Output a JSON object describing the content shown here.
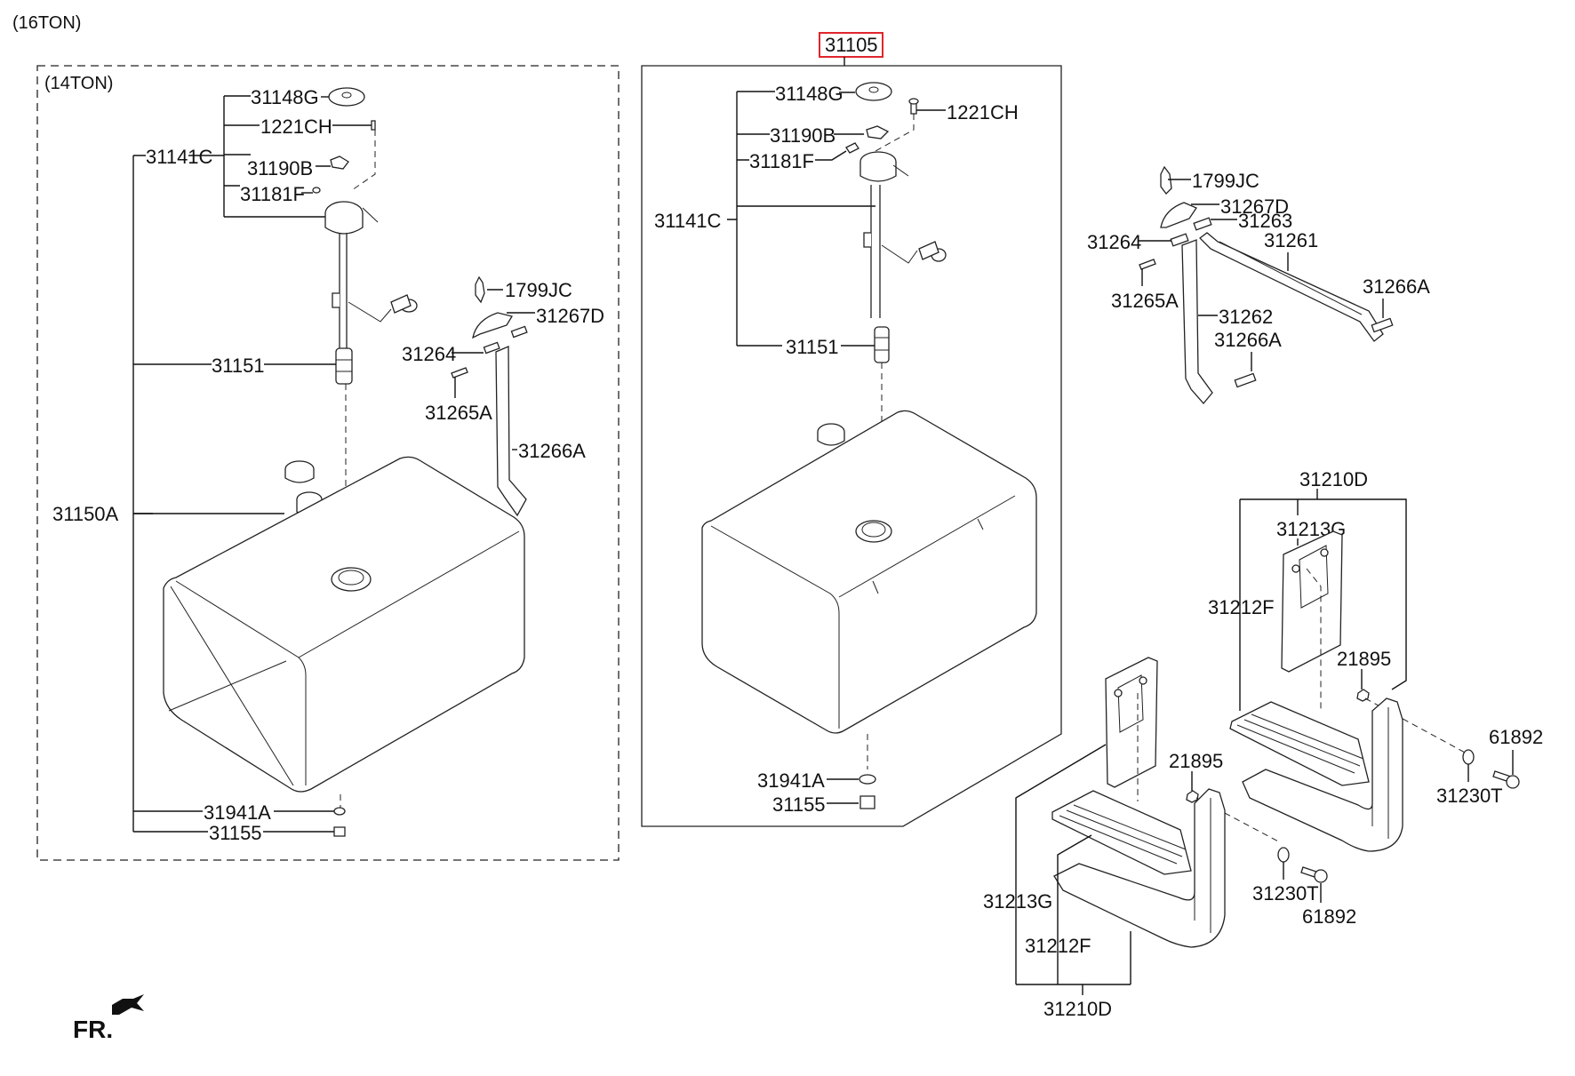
{
  "diagram": {
    "headings": {
      "variant_outer": "(16TON)",
      "variant_inner": "(14TON)"
    },
    "assembly_number": "31105",
    "highlight_color": "#e0262c",
    "direction_marker": {
      "label": "FR.",
      "icon": "front-direction-arrow-icon"
    },
    "left_group": {
      "labels": {
        "seal": "31148G",
        "screw": "1221CH",
        "sender_assy": "31141C",
        "clamp": "31190B",
        "filter": "31181F",
        "float": "31151",
        "tank": "31150A",
        "gasket": "31941A",
        "drain_plug": "31155",
        "clip": "1799JC",
        "cap_bracket": "31267D",
        "pin": "31264",
        "bolt": "31265A",
        "band": "31266A"
      }
    },
    "center_group": {
      "labels": {
        "seal": "31148G",
        "screw": "1221CH",
        "clamp": "31190B",
        "filter": "31181F",
        "sender_assy": "31141C",
        "float": "31151",
        "gasket": "31941A",
        "drain_plug": "31155"
      }
    },
    "band_group": {
      "labels": {
        "clip": "1799JC",
        "cap_bracket": "31267D",
        "pin_right": "31263",
        "pin_left": "31264",
        "band_long": "31261",
        "bolt": "31265A",
        "band_short": "31262",
        "pin_lower": "31266A",
        "pin_right_end": "31266A"
      }
    },
    "step_upper": {
      "labels": {
        "assy": "31210D",
        "cover": "31213G",
        "step": "31212F",
        "nut": "21895",
        "bolt": "61892",
        "washer": "31230T"
      }
    },
    "step_lower": {
      "labels": {
        "nut": "21895",
        "cover": "31213G",
        "washer": "31230T",
        "bolt": "61892",
        "step": "31212F",
        "assy": "31210D"
      }
    }
  }
}
